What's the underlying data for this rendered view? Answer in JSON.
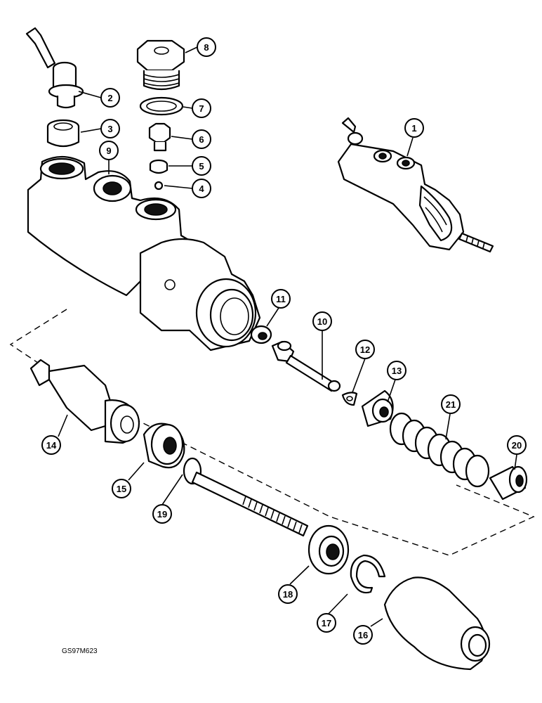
{
  "figure_code": "GS97M623",
  "callouts": [
    {
      "id": "c1",
      "label": "1"
    },
    {
      "id": "c2",
      "label": "2"
    },
    {
      "id": "c3",
      "label": "3"
    },
    {
      "id": "c4",
      "label": "4"
    },
    {
      "id": "c5",
      "label": "5"
    },
    {
      "id": "c6",
      "label": "6"
    },
    {
      "id": "c7",
      "label": "7"
    },
    {
      "id": "c8",
      "label": "8"
    },
    {
      "id": "c9",
      "label": "9"
    },
    {
      "id": "c10",
      "label": "10"
    },
    {
      "id": "c11",
      "label": "11"
    },
    {
      "id": "c12",
      "label": "12"
    },
    {
      "id": "c13",
      "label": "13"
    },
    {
      "id": "c14",
      "label": "14"
    },
    {
      "id": "c15",
      "label": "15"
    },
    {
      "id": "c16",
      "label": "16"
    },
    {
      "id": "c17",
      "label": "17"
    },
    {
      "id": "c18",
      "label": "18"
    },
    {
      "id": "c19",
      "label": "19"
    },
    {
      "id": "c20",
      "label": "20"
    },
    {
      "id": "c21",
      "label": "21"
    }
  ]
}
